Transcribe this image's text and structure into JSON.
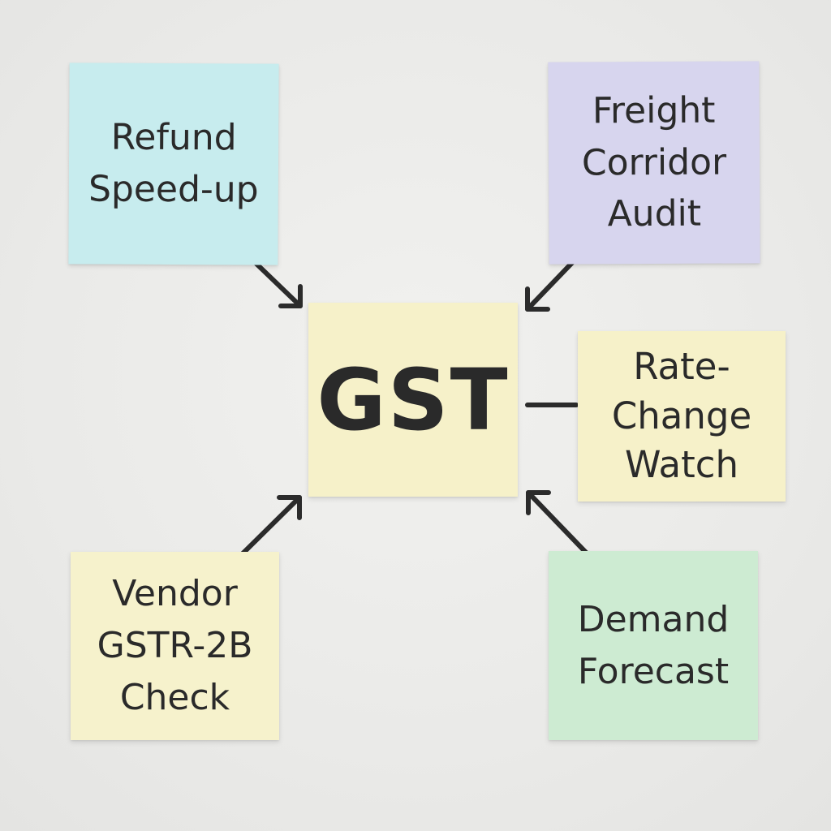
{
  "diagram": {
    "center": {
      "label": "GST",
      "color": "#f6f1c9"
    },
    "notes": [
      {
        "id": "refund",
        "label": "Refund\nSpeed-up",
        "color": "#c7ecee",
        "connector": "arrow-to-center"
      },
      {
        "id": "freight",
        "label": "Freight\nCorridor\nAudit",
        "color": "#d7d5ee",
        "connector": "arrow-to-center"
      },
      {
        "id": "rate",
        "label": "Rate-\nChange\nWatch",
        "color": "#f6f1c9",
        "connector": "line"
      },
      {
        "id": "vendor",
        "label": "Vendor\nGSTR-2B\nCheck",
        "color": "#f6f2cc",
        "connector": "arrow-to-center"
      },
      {
        "id": "demand",
        "label": "Demand\nForecast",
        "color": "#cdebd2",
        "connector": "arrow-to-center"
      }
    ],
    "line_color": "#2b2b2b"
  }
}
